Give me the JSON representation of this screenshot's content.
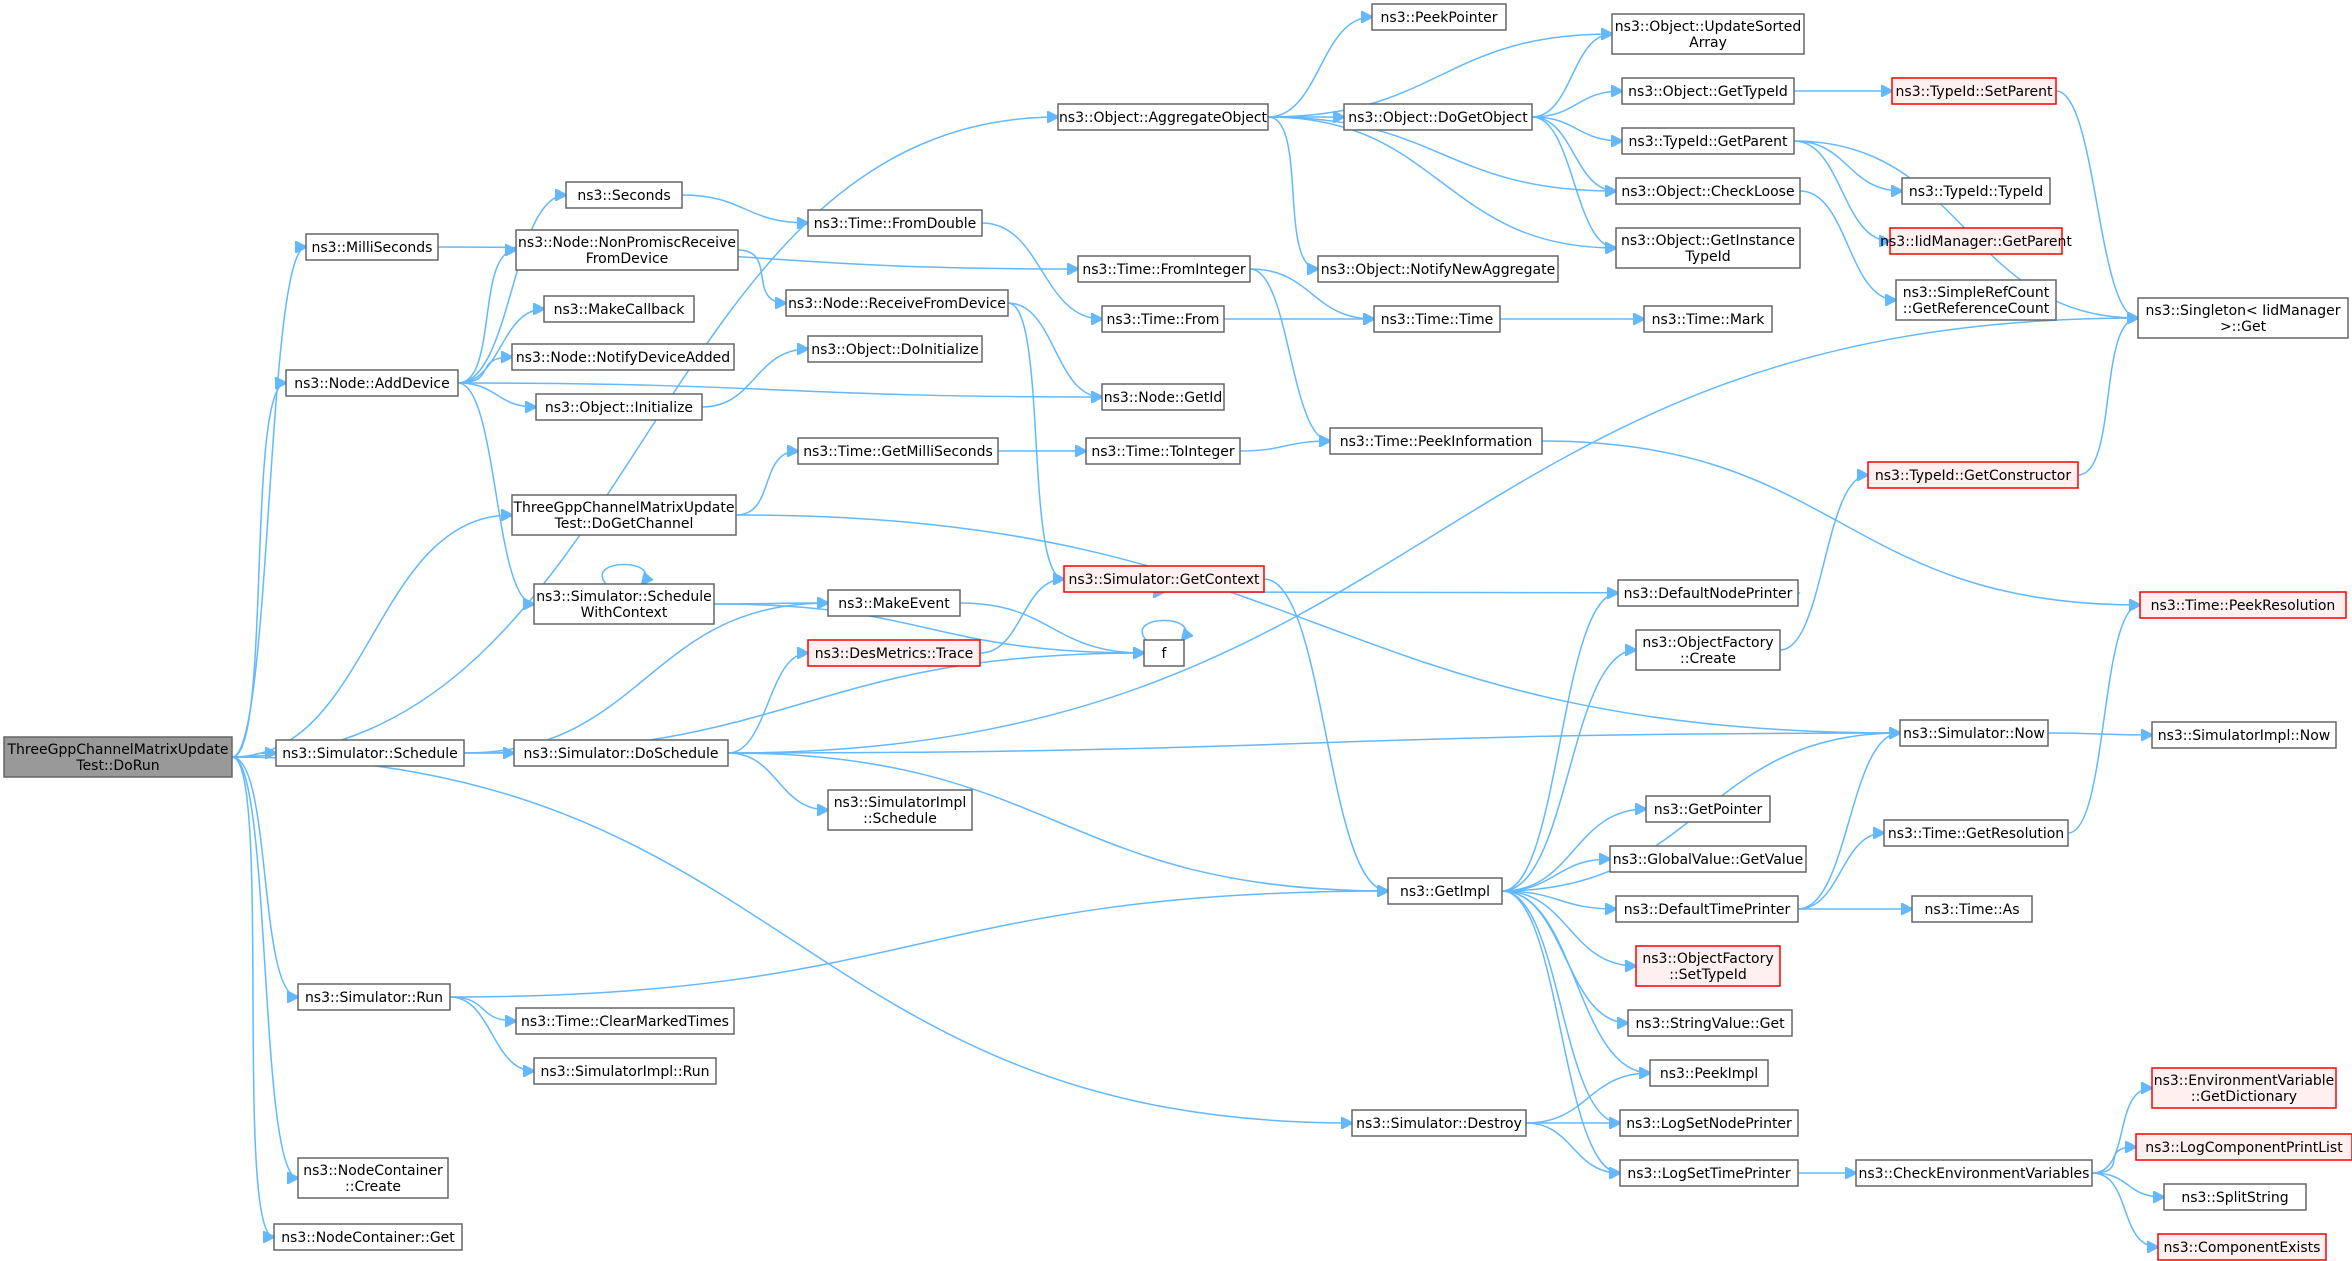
{
  "nodes": [
    {
      "id": "root",
      "lines": [
        "ThreeGppChannelMatrixUpdate",
        "Test::DoRun"
      ],
      "style": "root"
    },
    {
      "id": "ms",
      "lines": [
        "ns3::MilliSeconds"
      ],
      "style": "normal"
    },
    {
      "id": "addDevice",
      "lines": [
        "ns3::Node::AddDevice"
      ],
      "style": "normal"
    },
    {
      "id": "doGetChannel",
      "lines": [
        "ThreeGppChannelMatrixUpdate",
        "Test::DoGetChannel"
      ],
      "style": "normal"
    },
    {
      "id": "simSchedule",
      "lines": [
        "ns3::Simulator::Schedule"
      ],
      "style": "normal"
    },
    {
      "id": "simRun",
      "lines": [
        "ns3::Simulator::Run"
      ],
      "style": "normal"
    },
    {
      "id": "ncCreate",
      "lines": [
        "ns3::NodeContainer",
        "::Create"
      ],
      "style": "normal"
    },
    {
      "id": "ncGet",
      "lines": [
        "ns3::NodeContainer::Get"
      ],
      "style": "normal"
    },
    {
      "id": "seconds",
      "lines": [
        "ns3::Seconds"
      ],
      "style": "normal"
    },
    {
      "id": "nonPromisc",
      "lines": [
        "ns3::Node::NonPromiscReceive",
        "FromDevice"
      ],
      "style": "normal"
    },
    {
      "id": "makeCallback",
      "lines": [
        "ns3::MakeCallback"
      ],
      "style": "normal"
    },
    {
      "id": "notifyDevice",
      "lines": [
        "ns3::Node::NotifyDeviceAdded"
      ],
      "style": "normal"
    },
    {
      "id": "objInit",
      "lines": [
        "ns3::Object::Initialize"
      ],
      "style": "normal"
    },
    {
      "id": "schedCtx",
      "lines": [
        "ns3::Simulator::Schedule",
        "WithContext"
      ],
      "style": "normal"
    },
    {
      "id": "doSchedule",
      "lines": [
        "ns3::Simulator::DoSchedule"
      ],
      "style": "normal"
    },
    {
      "id": "clearMarked",
      "lines": [
        "ns3::Time::ClearMarkedTimes"
      ],
      "style": "normal"
    },
    {
      "id": "simImplRun",
      "lines": [
        "ns3::SimulatorImpl::Run"
      ],
      "style": "normal"
    },
    {
      "id": "fromDouble",
      "lines": [
        "ns3::Time::FromDouble"
      ],
      "style": "normal"
    },
    {
      "id": "receiveFrom",
      "lines": [
        "ns3::Node::ReceiveFromDevice"
      ],
      "style": "normal"
    },
    {
      "id": "doInit",
      "lines": [
        "ns3::Object::DoInitialize"
      ],
      "style": "normal"
    },
    {
      "id": "getMilli",
      "lines": [
        "ns3::Time::GetMilliSeconds"
      ],
      "style": "normal"
    },
    {
      "id": "makeEvent",
      "lines": [
        "ns3::MakeEvent"
      ],
      "style": "normal"
    },
    {
      "id": "desTrace",
      "lines": [
        "ns3::DesMetrics::Trace"
      ],
      "style": "red"
    },
    {
      "id": "simImplSched",
      "lines": [
        "ns3::SimulatorImpl",
        "::Schedule"
      ],
      "style": "normal"
    },
    {
      "id": "aggregate",
      "lines": [
        "ns3::Object::AggregateObject"
      ],
      "style": "normal"
    },
    {
      "id": "fromInteger",
      "lines": [
        "ns3::Time::FromInteger"
      ],
      "style": "normal"
    },
    {
      "id": "timeFrom",
      "lines": [
        "ns3::Time::From"
      ],
      "style": "normal"
    },
    {
      "id": "nodeGetId",
      "lines": [
        "ns3::Node::GetId"
      ],
      "style": "normal"
    },
    {
      "id": "toInteger",
      "lines": [
        "ns3::Time::ToInteger"
      ],
      "style": "normal"
    },
    {
      "id": "getContext",
      "lines": [
        "ns3::Simulator::GetContext"
      ],
      "style": "red"
    },
    {
      "id": "f",
      "lines": [
        "f"
      ],
      "style": "normal"
    },
    {
      "id": "getImpl",
      "lines": [
        "ns3::GetImpl"
      ],
      "style": "normal"
    },
    {
      "id": "destroy",
      "lines": [
        "ns3::Simulator::Destroy"
      ],
      "style": "normal"
    },
    {
      "id": "peekPointer",
      "lines": [
        "ns3::PeekPointer"
      ],
      "style": "normal"
    },
    {
      "id": "doGetObject",
      "lines": [
        "ns3::Object::DoGetObject"
      ],
      "style": "normal"
    },
    {
      "id": "notifyNewAgg",
      "lines": [
        "ns3::Object::NotifyNewAggregate"
      ],
      "style": "normal"
    },
    {
      "id": "timeTime",
      "lines": [
        "ns3::Time::Time"
      ],
      "style": "normal"
    },
    {
      "id": "peekInfo",
      "lines": [
        "ns3::Time::PeekInformation"
      ],
      "style": "normal"
    },
    {
      "id": "updateSorted",
      "lines": [
        "ns3::Object::UpdateSorted",
        "Array"
      ],
      "style": "normal"
    },
    {
      "id": "objGetTypeId",
      "lines": [
        "ns3::Object::GetTypeId"
      ],
      "style": "normal"
    },
    {
      "id": "typeIdGetParent",
      "lines": [
        "ns3::TypeId::GetParent"
      ],
      "style": "normal"
    },
    {
      "id": "checkLoose",
      "lines": [
        "ns3::Object::CheckLoose"
      ],
      "style": "normal"
    },
    {
      "id": "getInstanceTid",
      "lines": [
        "ns3::Object::GetInstance",
        "TypeId"
      ],
      "style": "normal"
    },
    {
      "id": "timeMark",
      "lines": [
        "ns3::Time::Mark"
      ],
      "style": "normal"
    },
    {
      "id": "defNodePrinter",
      "lines": [
        "ns3::DefaultNodePrinter"
      ],
      "style": "normal"
    },
    {
      "id": "objFactCreate",
      "lines": [
        "ns3::ObjectFactory",
        "::Create"
      ],
      "style": "normal"
    },
    {
      "id": "simNow",
      "lines": [
        "ns3::Simulator::Now"
      ],
      "style": "normal"
    },
    {
      "id": "getPointer",
      "lines": [
        "ns3::GetPointer"
      ],
      "style": "normal"
    },
    {
      "id": "gvGetValue",
      "lines": [
        "ns3::GlobalValue::GetValue"
      ],
      "style": "normal"
    },
    {
      "id": "defTimePrinter",
      "lines": [
        "ns3::DefaultTimePrinter"
      ],
      "style": "normal"
    },
    {
      "id": "objFactSetTid",
      "lines": [
        "ns3::ObjectFactory",
        "::SetTypeId"
      ],
      "style": "red"
    },
    {
      "id": "strValGet",
      "lines": [
        "ns3::StringValue::Get"
      ],
      "style": "normal"
    },
    {
      "id": "peekImpl",
      "lines": [
        "ns3::PeekImpl"
      ],
      "style": "normal"
    },
    {
      "id": "logSetNode",
      "lines": [
        "ns3::LogSetNodePrinter"
      ],
      "style": "normal"
    },
    {
      "id": "logSetTime",
      "lines": [
        "ns3::LogSetTimePrinter"
      ],
      "style": "normal"
    },
    {
      "id": "typeIdSetParent",
      "lines": [
        "ns3::TypeId::SetParent"
      ],
      "style": "red"
    },
    {
      "id": "typeIdTypeId",
      "lines": [
        "ns3::TypeId::TypeId"
      ],
      "style": "normal"
    },
    {
      "id": "iidGetParent",
      "lines": [
        "ns3::IidManager::GetParent"
      ],
      "style": "red"
    },
    {
      "id": "simpleRef",
      "lines": [
        "ns3::SimpleRefCount",
        "::GetReferenceCount"
      ],
      "style": "normal"
    },
    {
      "id": "typeIdGetCtor",
      "lines": [
        "ns3::TypeId::GetConstructor"
      ],
      "style": "red"
    },
    {
      "id": "timeGetRes",
      "lines": [
        "ns3::Time::GetResolution"
      ],
      "style": "normal"
    },
    {
      "id": "timeAs",
      "lines": [
        "ns3::Time::As"
      ],
      "style": "normal"
    },
    {
      "id": "checkEnv",
      "lines": [
        "ns3::CheckEnvironmentVariables"
      ],
      "style": "normal"
    },
    {
      "id": "singletonGet",
      "lines": [
        "ns3::Singleton< IidManager",
        " >::Get"
      ],
      "style": "normal"
    },
    {
      "id": "peekRes",
      "lines": [
        "ns3::Time::PeekResolution"
      ],
      "style": "red"
    },
    {
      "id": "simImplNow",
      "lines": [
        "ns3::SimulatorImpl::Now"
      ],
      "style": "normal"
    },
    {
      "id": "envGetDict",
      "lines": [
        "ns3::EnvironmentVariable",
        "::GetDictionary"
      ],
      "style": "red"
    },
    {
      "id": "logCompPrint",
      "lines": [
        "ns3::LogComponentPrintList"
      ],
      "style": "red"
    },
    {
      "id": "splitString",
      "lines": [
        "ns3::SplitString"
      ],
      "style": "normal"
    },
    {
      "id": "compExists",
      "lines": [
        "ns3::ComponentExists"
      ],
      "style": "red"
    }
  ],
  "edges": [
    [
      "root",
      "aggregate"
    ],
    [
      "root",
      "ms"
    ],
    [
      "root",
      "addDevice"
    ],
    [
      "root",
      "doGetChannel"
    ],
    [
      "root",
      "simSchedule"
    ],
    [
      "root",
      "simRun"
    ],
    [
      "root",
      "destroy"
    ],
    [
      "root",
      "ncCreate"
    ],
    [
      "root",
      "ncGet"
    ],
    [
      "ms",
      "fromInteger"
    ],
    [
      "addDevice",
      "seconds"
    ],
    [
      "addDevice",
      "nonPromisc"
    ],
    [
      "addDevice",
      "makeCallback"
    ],
    [
      "addDevice",
      "notifyDevice"
    ],
    [
      "addDevice",
      "objInit"
    ],
    [
      "addDevice",
      "nodeGetId"
    ],
    [
      "addDevice",
      "schedCtx"
    ],
    [
      "doGetChannel",
      "getMilli"
    ],
    [
      "doGetChannel",
      "simNow"
    ],
    [
      "simSchedule",
      "doSchedule"
    ],
    [
      "simSchedule",
      "makeEvent"
    ],
    [
      "simSchedule",
      "f"
    ],
    [
      "simRun",
      "getImpl"
    ],
    [
      "simRun",
      "clearMarked"
    ],
    [
      "simRun",
      "simImplRun"
    ],
    [
      "seconds",
      "fromDouble"
    ],
    [
      "nonPromisc",
      "receiveFrom"
    ],
    [
      "objInit",
      "doInit"
    ],
    [
      "schedCtx",
      "schedCtx"
    ],
    [
      "schedCtx",
      "makeEvent"
    ],
    [
      "schedCtx",
      "f"
    ],
    [
      "doSchedule",
      "desTrace"
    ],
    [
      "doSchedule",
      "simImplSched"
    ],
    [
      "doSchedule",
      "getImpl"
    ],
    [
      "doSchedule",
      "simNow"
    ],
    [
      "doSchedule",
      "singletonGet"
    ],
    [
      "fromDouble",
      "timeFrom"
    ],
    [
      "receiveFrom",
      "nodeGetId"
    ],
    [
      "receiveFrom",
      "getContext"
    ],
    [
      "getMilli",
      "toInteger"
    ],
    [
      "makeEvent",
      "f"
    ],
    [
      "desTrace",
      "getContext"
    ],
    [
      "aggregate",
      "peekPointer"
    ],
    [
      "aggregate",
      "updateSorted"
    ],
    [
      "aggregate",
      "doGetObject"
    ],
    [
      "aggregate",
      "checkLoose"
    ],
    [
      "aggregate",
      "getInstanceTid"
    ],
    [
      "aggregate",
      "notifyNewAgg"
    ],
    [
      "fromInteger",
      "timeTime"
    ],
    [
      "fromInteger",
      "peekInfo"
    ],
    [
      "timeFrom",
      "timeTime"
    ],
    [
      "toInteger",
      "peekInfo"
    ],
    [
      "getContext",
      "getImpl"
    ],
    [
      "f",
      "f"
    ],
    [
      "getImpl",
      "defNodePrinter"
    ],
    [
      "getImpl",
      "objFactCreate"
    ],
    [
      "getImpl",
      "simNow"
    ],
    [
      "getImpl",
      "getPointer"
    ],
    [
      "getImpl",
      "gvGetValue"
    ],
    [
      "getImpl",
      "defTimePrinter"
    ],
    [
      "getImpl",
      "objFactSetTid"
    ],
    [
      "getImpl",
      "strValGet"
    ],
    [
      "getImpl",
      "peekImpl"
    ],
    [
      "getImpl",
      "logSetNode"
    ],
    [
      "getImpl",
      "logSetTime"
    ],
    [
      "destroy",
      "peekImpl"
    ],
    [
      "destroy",
      "logSetNode"
    ],
    [
      "destroy",
      "logSetTime"
    ],
    [
      "doGetObject",
      "updateSorted"
    ],
    [
      "doGetObject",
      "objGetTypeId"
    ],
    [
      "doGetObject",
      "typeIdGetParent"
    ],
    [
      "doGetObject",
      "checkLoose"
    ],
    [
      "doGetObject",
      "getInstanceTid"
    ],
    [
      "timeTime",
      "timeMark"
    ],
    [
      "peekInfo",
      "peekRes"
    ],
    [
      "objGetTypeId",
      "typeIdSetParent"
    ],
    [
      "typeIdGetParent",
      "typeIdTypeId"
    ],
    [
      "typeIdGetParent",
      "iidGetParent"
    ],
    [
      "typeIdGetParent",
      "singletonGet"
    ],
    [
      "checkLoose",
      "simpleRef"
    ],
    [
      "defNodePrinter",
      "getContext"
    ],
    [
      "objFactCreate",
      "typeIdGetCtor"
    ],
    [
      "simNow",
      "simImplNow"
    ],
    [
      "defTimePrinter",
      "simNow"
    ],
    [
      "defTimePrinter",
      "timeGetRes"
    ],
    [
      "defTimePrinter",
      "timeAs"
    ],
    [
      "logSetTime",
      "checkEnv"
    ],
    [
      "typeIdSetParent",
      "singletonGet"
    ],
    [
      "typeIdGetCtor",
      "singletonGet"
    ],
    [
      "timeGetRes",
      "peekRes"
    ],
    [
      "checkEnv",
      "envGetDict"
    ],
    [
      "checkEnv",
      "logCompPrint"
    ],
    [
      "checkEnv",
      "splitString"
    ],
    [
      "checkEnv",
      "compExists"
    ]
  ]
}
